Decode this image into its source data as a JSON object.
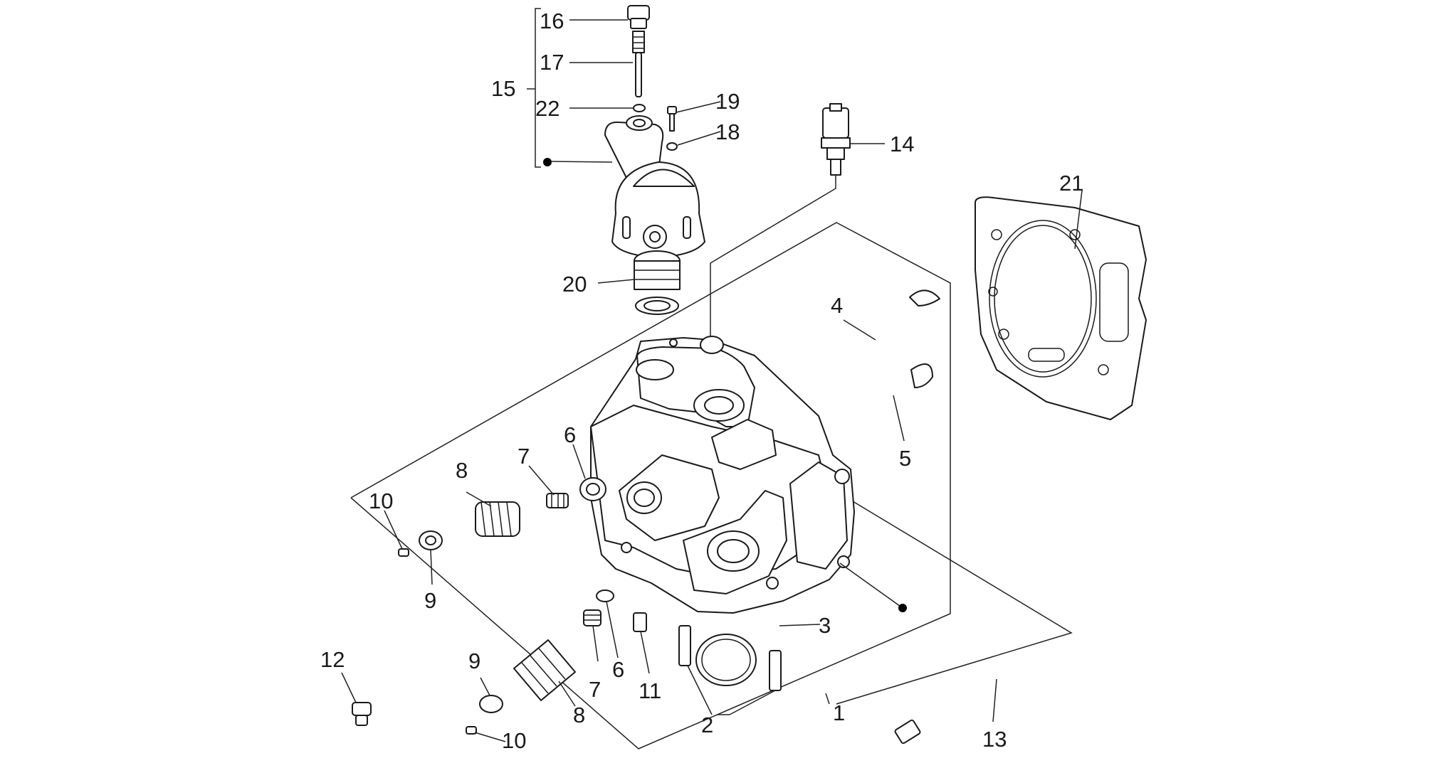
{
  "callouts": {
    "c1": "1",
    "c2": "2",
    "c3": "3",
    "c4": "4",
    "c5": "5",
    "c6a": "6",
    "c6b": "6",
    "c7a": "7",
    "c7b": "7",
    "c8a": "8",
    "c8b": "8",
    "c9a": "9",
    "c9b": "9",
    "c10a": "10",
    "c10b": "10",
    "c11": "11",
    "c12": "12",
    "c13": "13",
    "c14": "14",
    "c15": "15",
    "c16": "16",
    "c17": "17",
    "c18": "18",
    "c19": "19",
    "c20": "20",
    "c21": "21",
    "c22": "22"
  },
  "icons": {
    "kit_marker": "filled-dot"
  }
}
